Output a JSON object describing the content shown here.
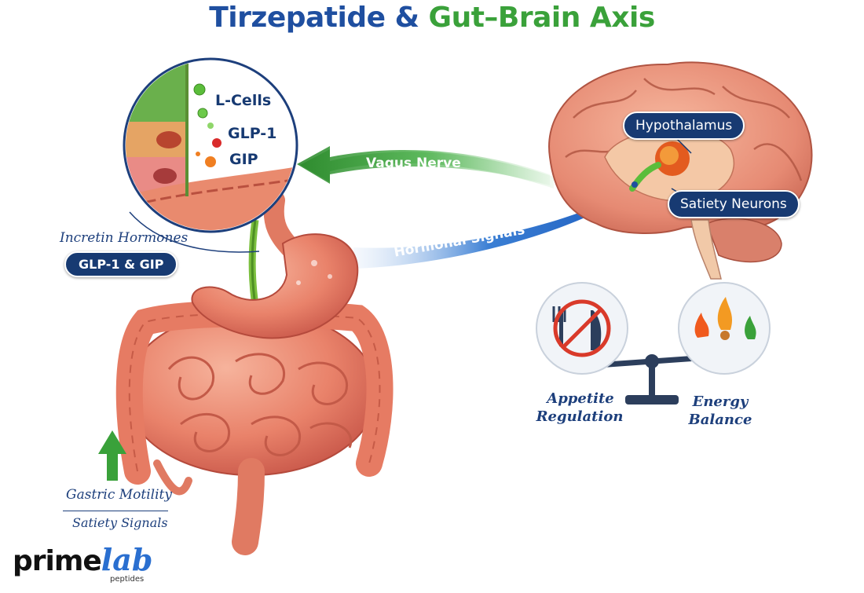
{
  "title": {
    "part1": "Tirzepatide",
    "amp": "&",
    "part2": "Gut–Brain Axis"
  },
  "inset": {
    "lcells": "L-Cells",
    "glp1": "GLP-1",
    "gip": "GIP"
  },
  "arrows": {
    "vagus": "Vagus Nerve",
    "hormonal": "Hormonal Signals"
  },
  "brain": {
    "hypothalamus": "Hypothalamus",
    "satiety_neurons": "Satiety Neurons"
  },
  "left": {
    "incretin": "Incretin Hormones",
    "incretin_badge": "GLP-1 & GIP",
    "gastric": "Gastric Motility",
    "satiety_signals": "Satiety Signals"
  },
  "balance": {
    "appetite_line1": "Appetite",
    "appetite_line2": "Regulation",
    "energy_line1": "Energy",
    "energy_line2": "Balance"
  },
  "logo": {
    "prime": "prime",
    "lab": "lab",
    "sub": "peptides"
  },
  "colors": {
    "navy": "#173a72",
    "green": "#3aa13a",
    "blue": "#1f4fa0",
    "gut": "#e9826a"
  }
}
